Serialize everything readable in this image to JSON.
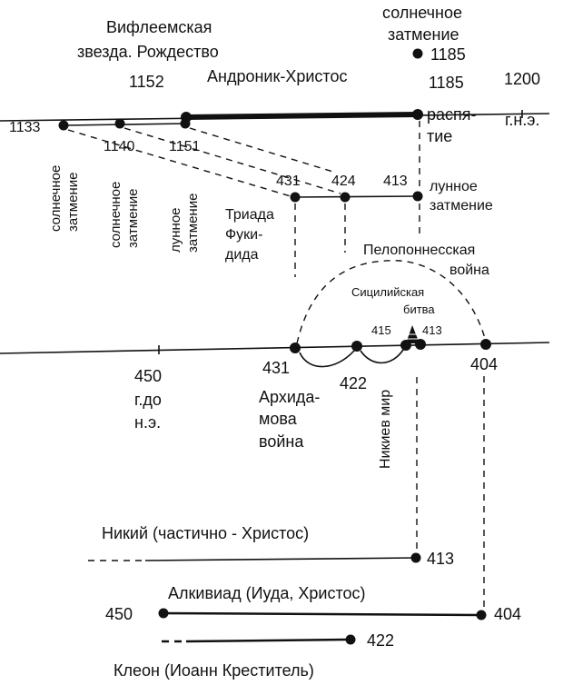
{
  "top": {
    "bethlehem": [
      "Вифлеемская",
      "звезда. Рождество"
    ],
    "solar_eclipse_top": [
      "солнечное",
      "затмение"
    ],
    "eclipse_year": "1185",
    "year_1152": "1152",
    "andronicus": "Андроник-Христос",
    "year_1185": "1185",
    "year_1200": "1200",
    "crucifixion": [
      "распя-",
      "тие"
    ],
    "era_ad": "г.н.э."
  },
  "medieval_row": {
    "years": [
      "1133",
      "1140",
      "1151"
    ],
    "events": [
      [
        "солнечное",
        "затмение"
      ],
      [
        "солнечное",
        "затмение"
      ],
      [
        "лунное",
        "затмение"
      ]
    ]
  },
  "thucydides_row": {
    "years": [
      "431",
      "424",
      "413"
    ],
    "triad": [
      "Триада",
      "Фуки-",
      "дида"
    ],
    "lunar_eclipse": [
      "лунное",
      "затмение"
    ]
  },
  "ancient_axis": {
    "peloponnesian": [
      "Пелопоннесская",
      "война"
    ],
    "sicilian": [
      "Сицилийская",
      "битва"
    ],
    "year_415": "415",
    "year_413": "413",
    "year_431": "431",
    "year_422": "422",
    "year_404": "404",
    "year_450": "450",
    "era_bc": [
      "г.до",
      "н.э."
    ],
    "archidamian": [
      "Архида-",
      "мова",
      "война"
    ],
    "nicias_peace": "Никиев мир"
  },
  "persons": [
    {
      "name": "Никий (частично - Христос)",
      "end": "413"
    },
    {
      "name": "Алкивиад (Иуда, Христос)",
      "start": "450",
      "end": "404"
    },
    {
      "name": "Клеон (Иоанн Креститель)",
      "end": "422"
    }
  ]
}
